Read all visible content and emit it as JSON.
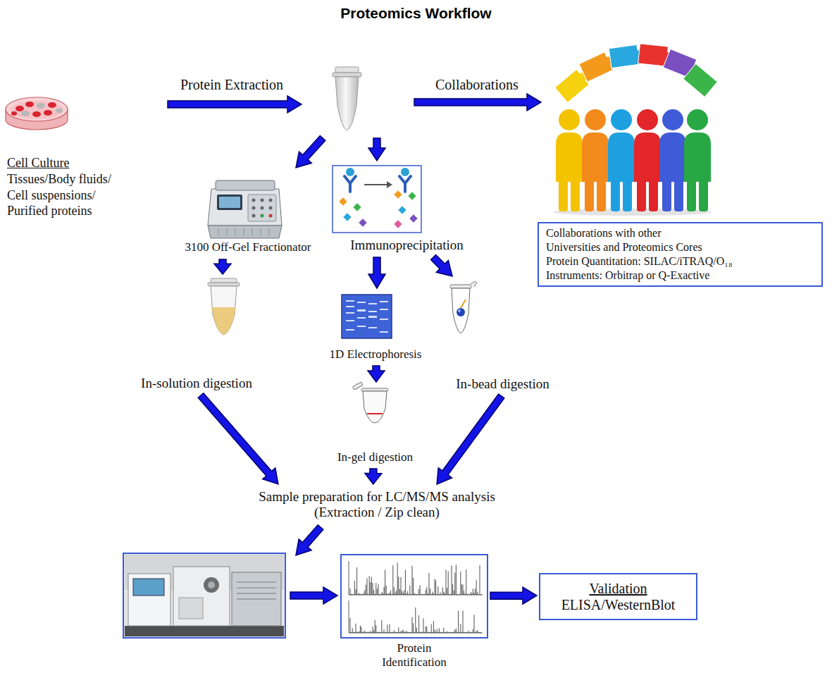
{
  "diagram": {
    "title": "Proteomics Workflow",
    "nodes": [
      {
        "text": [
          "Cell Culture",
          "Tissues/Body fluids/ Cell suspensions/ Purified proteins"
        ]
      },
      {
        "text": [
          "3100 Off-Gel Fractionator"
        ]
      },
      {
        "text": [
          "Immunoprecipitation"
        ]
      },
      {
        "text": [
          "Collaborations with other Universities and Proteomics Cores",
          "Protein Quantitation: SILAC/iTRAQ/O₁₈",
          "Instruments: Orbitrap or Q-Exactive"
        ]
      },
      {
        "text": [
          "In-solution digestion"
        ]
      },
      {
        "text": [
          "1D Electrophoresis"
        ]
      },
      {
        "text": [
          "In-bead digestion"
        ]
      },
      {
        "text": [
          "In-gel digestion"
        ]
      },
      {
        "text": [
          "Sample preparation for LC/MS/MS analysis",
          "(Extraction / Zip clean)"
        ]
      },
      {
        "text": [
          "Protein Identification"
        ]
      },
      {
        "text": [
          "Validation",
          "ELISA/WesternBlot"
        ]
      }
    ],
    "edges": [
      {
        "from": 1,
        "to": 4,
        "arrow": "to"
      },
      {
        "from": 2,
        "to": 5,
        "arrow": "to"
      },
      {
        "from": 2,
        "to": 6,
        "arrow": "to"
      },
      {
        "from": 5,
        "to": 7,
        "arrow": "to"
      },
      {
        "from": 4,
        "to": 8,
        "arrow": "to"
      },
      {
        "from": 7,
        "to": 8,
        "arrow": "to"
      },
      {
        "from": 6,
        "to": 8,
        "arrow": "to"
      },
      {
        "from": 9,
        "to": 10,
        "arrow": "to"
      }
    ],
    "labels": [
      "Protein Extraction",
      "Collaborations"
    ]
  }
}
